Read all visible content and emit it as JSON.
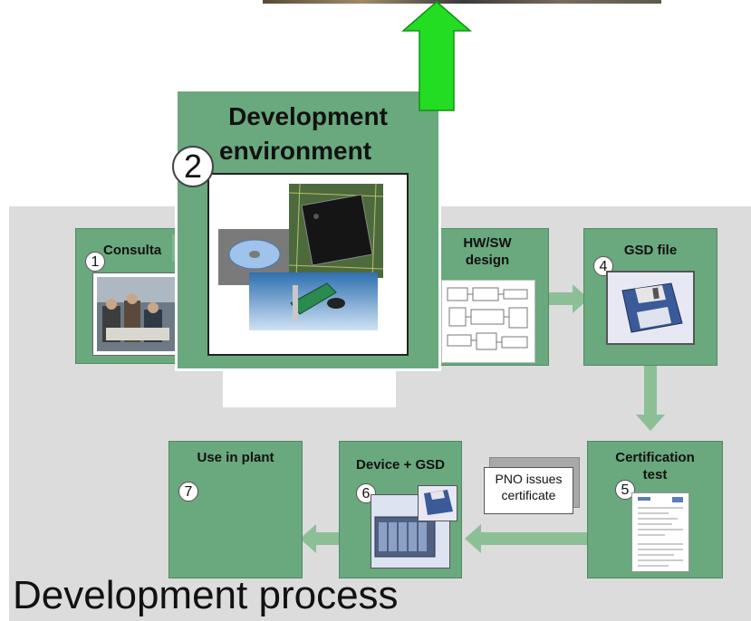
{
  "steps": {
    "consultation": {
      "number": "1",
      "label": "Consulta"
    },
    "development_environment": {
      "number": "2",
      "label_line1": "Development",
      "label_line2": "environment"
    },
    "hw_sw_design": {
      "label_line1": "HW/SW",
      "label_line2": "design"
    },
    "gsd_file": {
      "number": "4",
      "label": "GSD file"
    },
    "certification_test": {
      "number": "5",
      "label_line1": "Certification",
      "label_line2": "test"
    },
    "device_gsd": {
      "number": "6",
      "label": "Device + GSD"
    },
    "use_in_plant": {
      "number": "7",
      "label": "Use in plant"
    }
  },
  "certificate_note": {
    "line1": "PNO issues",
    "line2": "certificate"
  },
  "page_title": "Development process",
  "colors": {
    "box_green": "#6aa87e",
    "arrow_green": "#8dbf97",
    "highlight_arrow": "#22dd22",
    "background_gray": "#dcdcdc"
  },
  "icons": [
    "cd-disc-icon",
    "chip-icon",
    "pci-card-icon",
    "floppy-disk-icon",
    "document-icon",
    "network-diagram-icon",
    "device-rack-icon",
    "photo-icon"
  ]
}
